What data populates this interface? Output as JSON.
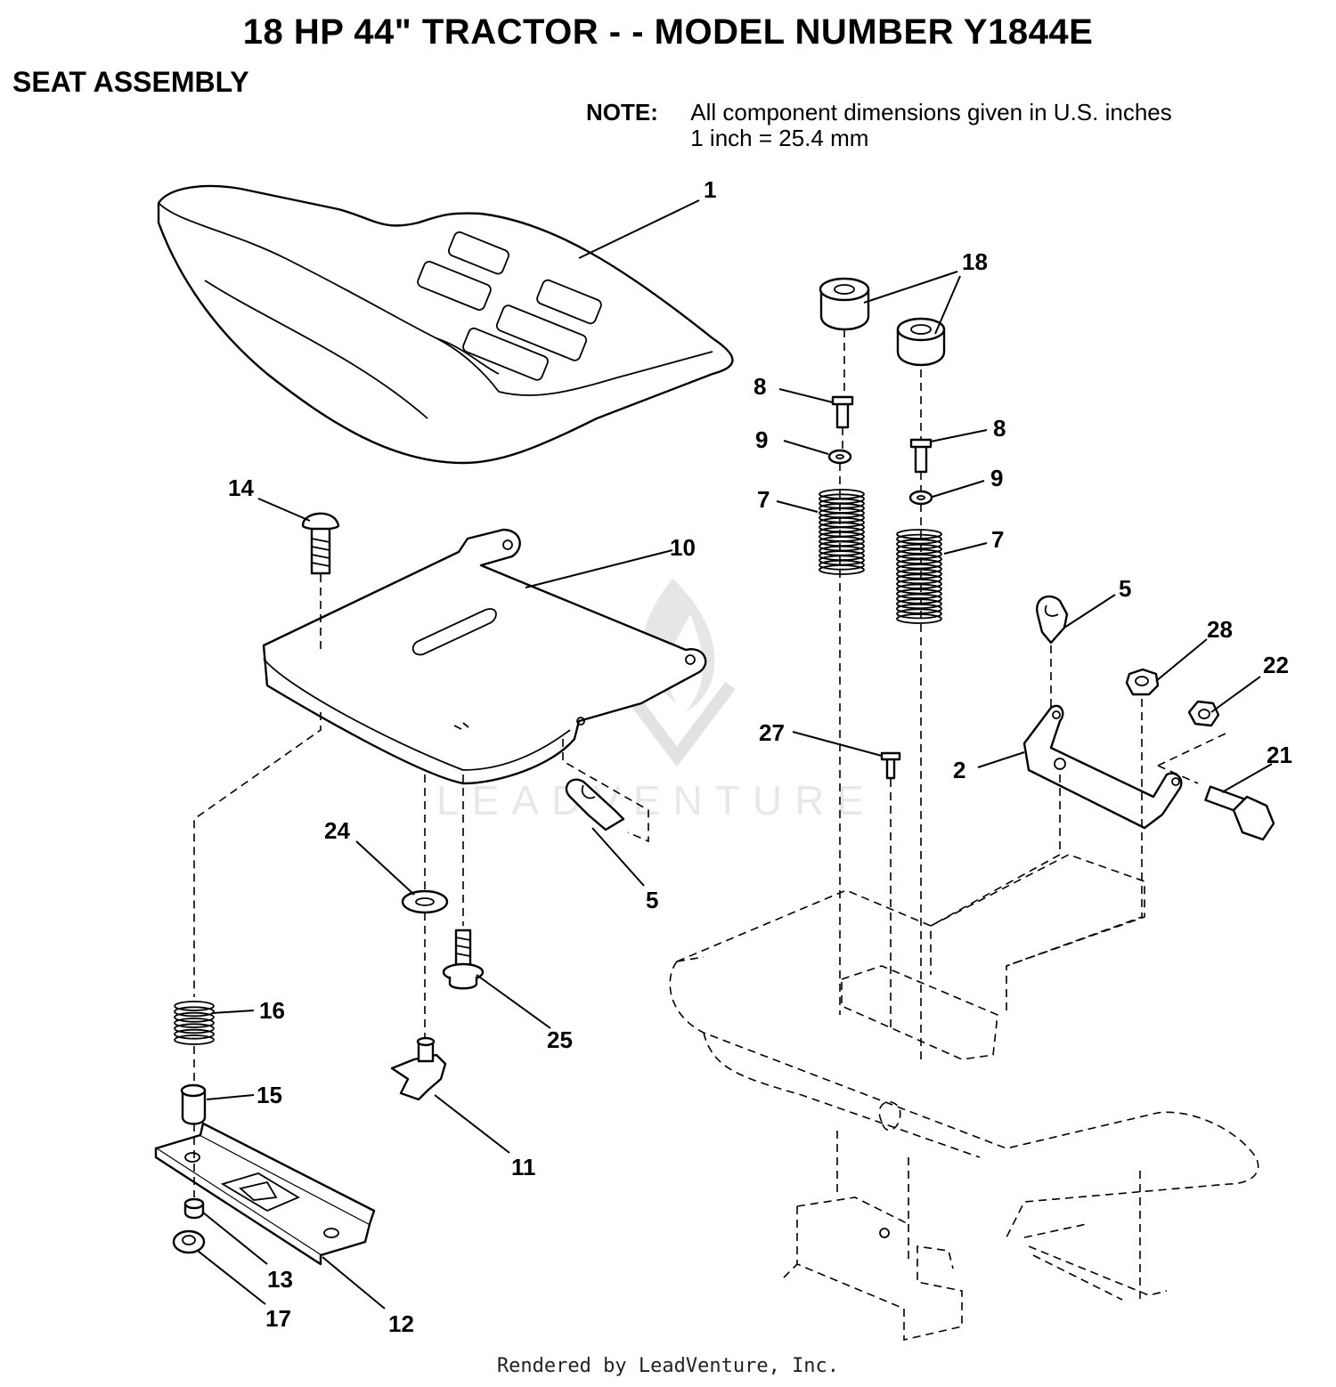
{
  "title": "18 HP 44\" TRACTOR - - MODEL NUMBER Y1844E",
  "subtitle": "SEAT ASSEMBLY",
  "note": {
    "label": "NOTE:",
    "line1": "All component dimensions given in U.S. inches",
    "line2": "1 inch = 25.4 mm"
  },
  "watermark": "LEADVENTURE",
  "footer": "Rendered by LeadVenture, Inc.",
  "callouts": {
    "c1": "1",
    "c18": "18",
    "c8a": "8",
    "c8b": "8",
    "c9a": "9",
    "c9b": "9",
    "c7a": "7",
    "c7b": "7",
    "c14": "14",
    "c10": "10",
    "c5a": "5",
    "c5b": "5",
    "c28": "28",
    "c22": "22",
    "c27": "27",
    "c2": "2",
    "c21": "21",
    "c24": "24",
    "c25": "25",
    "c16": "16",
    "c15": "15",
    "c11": "11",
    "c13": "13",
    "c17": "17",
    "c12": "12"
  }
}
